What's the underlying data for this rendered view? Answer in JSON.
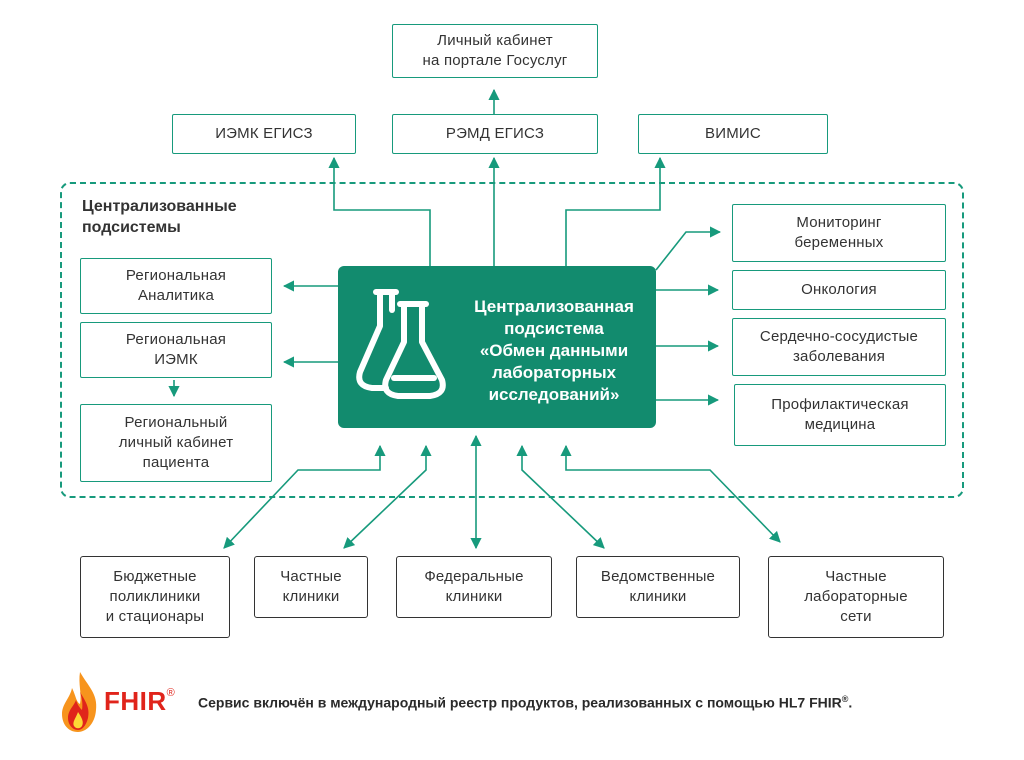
{
  "top": {
    "gosuslugi": "Личный кабинет\nна портале Госуслуг",
    "iemk_egisz": "ИЭМК ЕГИСЗ",
    "remd_egisz": "РЭМД ЕГИСЗ",
    "vimis": "ВИМИС"
  },
  "section_title": "Централизованные\nподсистемы",
  "center": {
    "label": "Централизованная\nподсистема\n«Обмен данными\nлабораторных\nисследований»",
    "icon": "flask-icon"
  },
  "left": {
    "analytics": "Региональная\nАналитика",
    "iemk": "Региональная\nИЭМК",
    "cabinet": "Региональный\nличный кабинет\nпациента"
  },
  "right": {
    "pregnancy": "Мониторинг\nбеременных",
    "oncology": "Онкология",
    "cardio": "Сердечно-сосудистые\nзаболевания",
    "prevention": "Профилактическая\nмедицина"
  },
  "bottom": {
    "budget": "Бюджетные\nполиклиники\nи стационары",
    "private_clinics": "Частные\nклиники",
    "federal": "Федеральные\nклиники",
    "departmental": "Ведомственные\nклиники",
    "private_labs": "Частные\nлабораторные\nсети"
  },
  "footer": {
    "logo_text": "FHIR",
    "registered": "®",
    "note": "Сервис включён в международный реестр продуктов, реализованных  с помощью HL7 FHIR",
    "note_mark": "®",
    "note_end": "."
  },
  "colors": {
    "accent": "#179a7c",
    "center_fill": "#128b6e",
    "fhir_red": "#e0241b",
    "fhir_orange": "#f7941d"
  }
}
